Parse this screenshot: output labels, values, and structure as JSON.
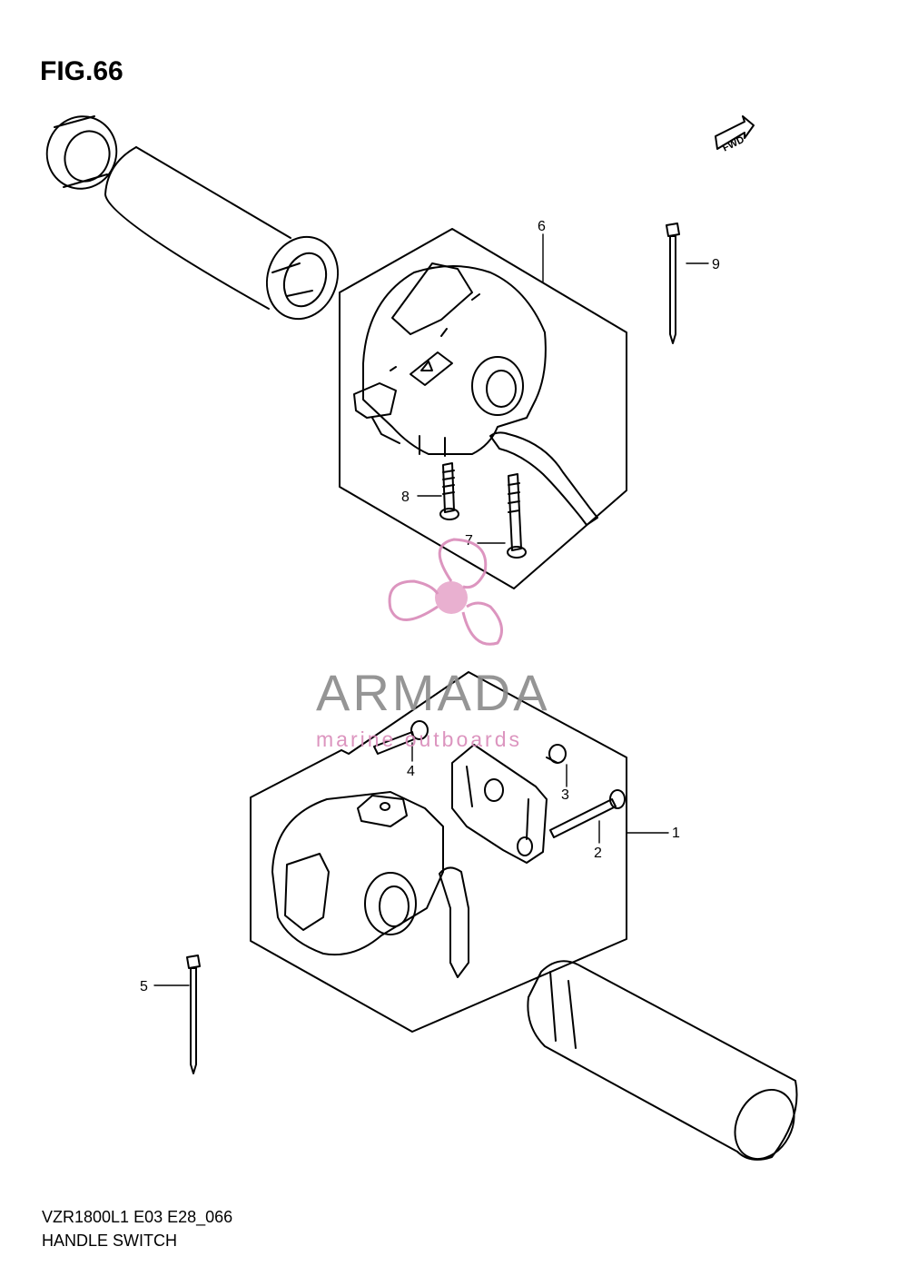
{
  "figure": {
    "title": "FIG.66",
    "model_code": "VZR1800L1 E03 E28_066",
    "caption": "HANDLE SWITCH",
    "direction_badge": "FWD"
  },
  "callouts": [
    {
      "id": "1",
      "label": "1"
    },
    {
      "id": "2",
      "label": "2"
    },
    {
      "id": "3",
      "label": "3"
    },
    {
      "id": "4",
      "label": "4"
    },
    {
      "id": "5",
      "label": "5"
    },
    {
      "id": "6",
      "label": "6"
    },
    {
      "id": "7",
      "label": "7"
    },
    {
      "id": "8",
      "label": "8"
    },
    {
      "id": "9",
      "label": "9"
    }
  ],
  "watermark": {
    "name": "ARMADA",
    "tagline": "marine outboards",
    "logo_icon": "propeller-icon",
    "colors": {
      "name": "#8a8a8a",
      "logo": "#d98ab9"
    }
  }
}
